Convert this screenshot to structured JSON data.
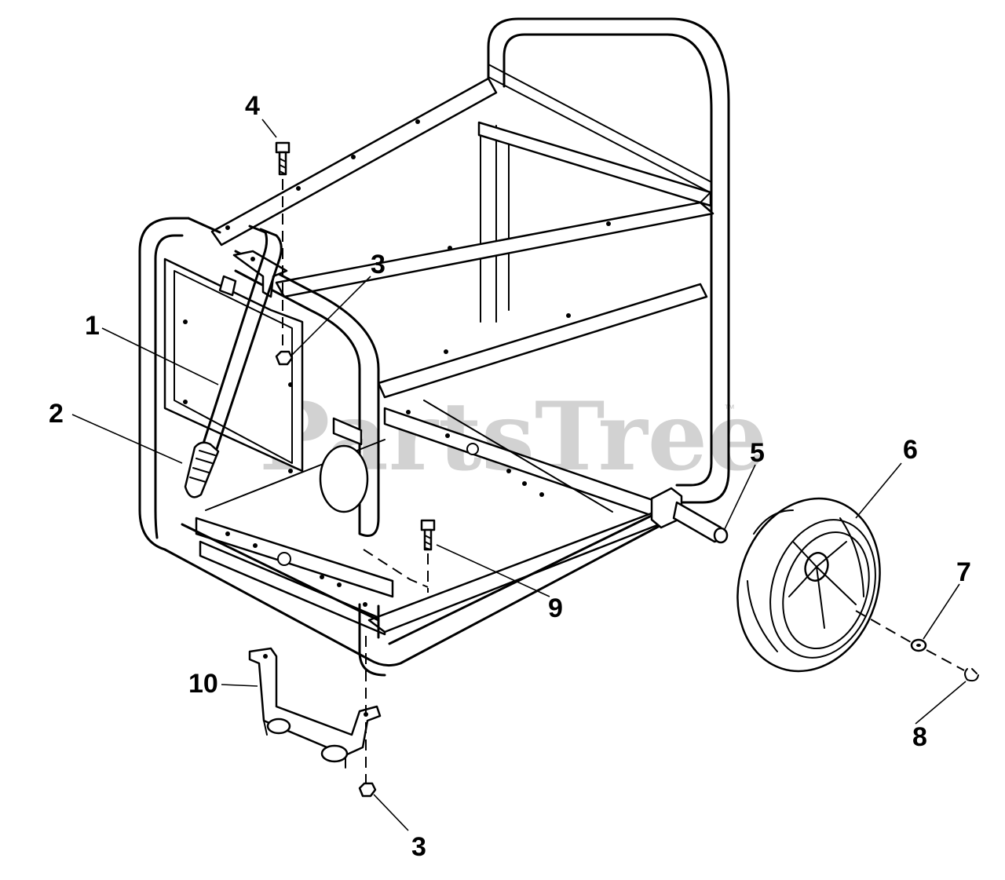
{
  "watermark": {
    "text": "PartsTree",
    "trademark": "™"
  },
  "callouts": [
    "4",
    "3",
    "1",
    "2",
    "5",
    "6",
    "7",
    "9",
    "10",
    "8",
    "3"
  ],
  "colors": {
    "line": "#000000",
    "watermark": "#d2d2d2",
    "background": "#ffffff"
  }
}
